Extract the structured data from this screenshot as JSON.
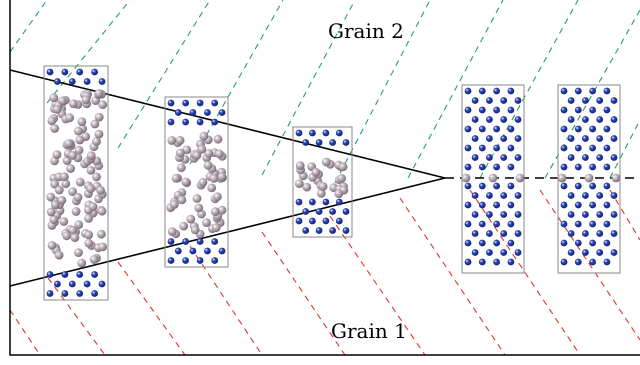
{
  "labels": {
    "grain_top": "Grain 2",
    "grain_bottom": "Grain 1"
  },
  "colors": {
    "grain2_lines": "#21a45a",
    "grain1_lines": "#e23131",
    "boundary": "#000000",
    "atom_blue": "#2f48b8",
    "atom_blue_dark": "#12207a",
    "atom_gray": "#c9bfc7",
    "atom_gray_dark": "#7d6f7a",
    "box_outline": "#8a8a8a"
  },
  "panels": [
    {
      "name": "panel-1"
    },
    {
      "name": "panel-2"
    },
    {
      "name": "panel-3"
    },
    {
      "name": "panel-4"
    },
    {
      "name": "panel-5"
    }
  ]
}
